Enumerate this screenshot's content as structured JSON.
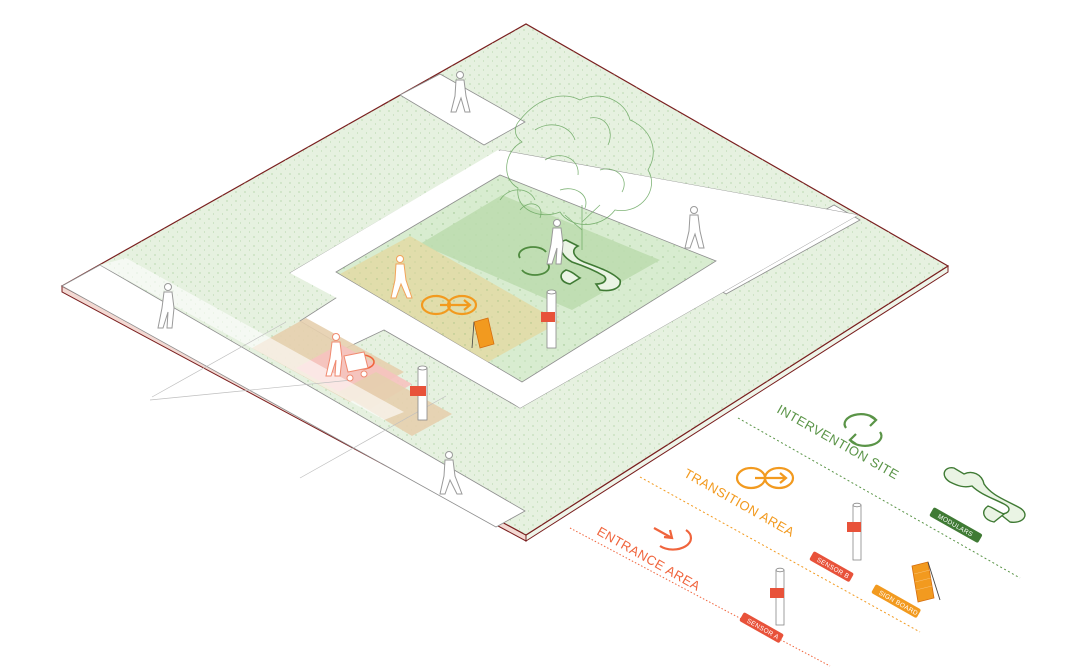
{
  "legend": {
    "intervention_site": {
      "label": "INTERVENTION SITE",
      "icon": "cycle-arrows-icon",
      "color": "#5a9447"
    },
    "transition_area": {
      "label": "TRANSITION AREA",
      "icon": "double-arrow-circle-icon",
      "color": "#f29a1f"
    },
    "entrance_area": {
      "label": "ENTRANCE AREA",
      "icon": "arrow-circle-icon",
      "color": "#f0643c"
    }
  },
  "items": {
    "modulars": "MODULARS",
    "sensor_b": "SENSOR B",
    "sign_board": "SIGN BOARD",
    "sensor_a": "SENSOR A"
  },
  "colors": {
    "ground": "#e6f1e0",
    "ground_edge": "#7a1f1f",
    "sidewalk": "#ffffff",
    "plaza_inner": "#cfe6c3",
    "plaza_core": "#b5d7a5",
    "transition_zone": "#e6dca8",
    "entrance_zone": "#e9cfb0",
    "entrance_highlight": "#f7c0bd",
    "figure": "#9a9a9a",
    "sensor_red": "#e8523a"
  }
}
